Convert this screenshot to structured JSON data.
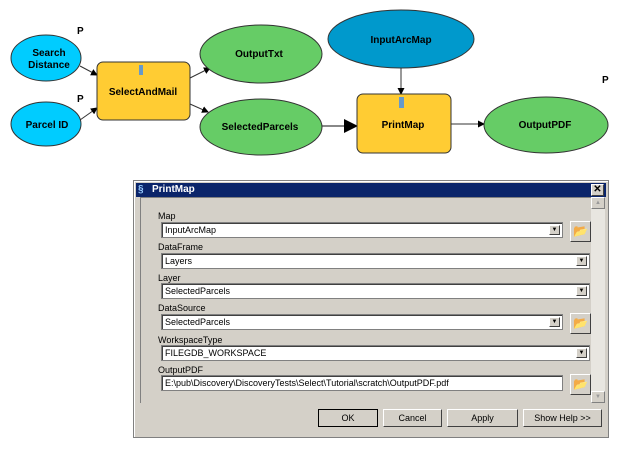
{
  "diagram": {
    "nodes": {
      "search_distance": [
        "Search",
        "Distance"
      ],
      "parcel_id": "Parcel ID",
      "select_and_mail": "SelectAndMail",
      "output_txt": "OutputTxt",
      "selected_parcels": "SelectedParcels",
      "input_arc_map": "InputArcMap",
      "print_map": "PrintMap",
      "output_pdf": "OutputPDF"
    },
    "parameter_marker": "P",
    "colors": {
      "input": "#00ccff",
      "input_map": "#0099cc",
      "tool": "#ffcc33",
      "output": "#66cc66"
    }
  },
  "dialog": {
    "title": "PrintMap",
    "close": "✕",
    "fields": [
      {
        "label": "Map",
        "value": "InputArcMap"
      },
      {
        "label": "DataFrame",
        "value": "Layers"
      },
      {
        "label": "Layer",
        "value": "SelectedParcels"
      },
      {
        "label": "DataSource",
        "value": "SelectedParcels"
      },
      {
        "label": "WorkspaceType",
        "value": "FILEGDB_WORKSPACE"
      },
      {
        "label": "OutputPDF",
        "value": "E:\\pub\\Discovery\\DiscoveryTests\\Select\\Tutorial\\scratch\\OutputPDF.pdf"
      }
    ],
    "buttons": {
      "ok": "OK",
      "cancel": "Cancel",
      "apply": "Apply",
      "help": "Show Help >>"
    }
  }
}
